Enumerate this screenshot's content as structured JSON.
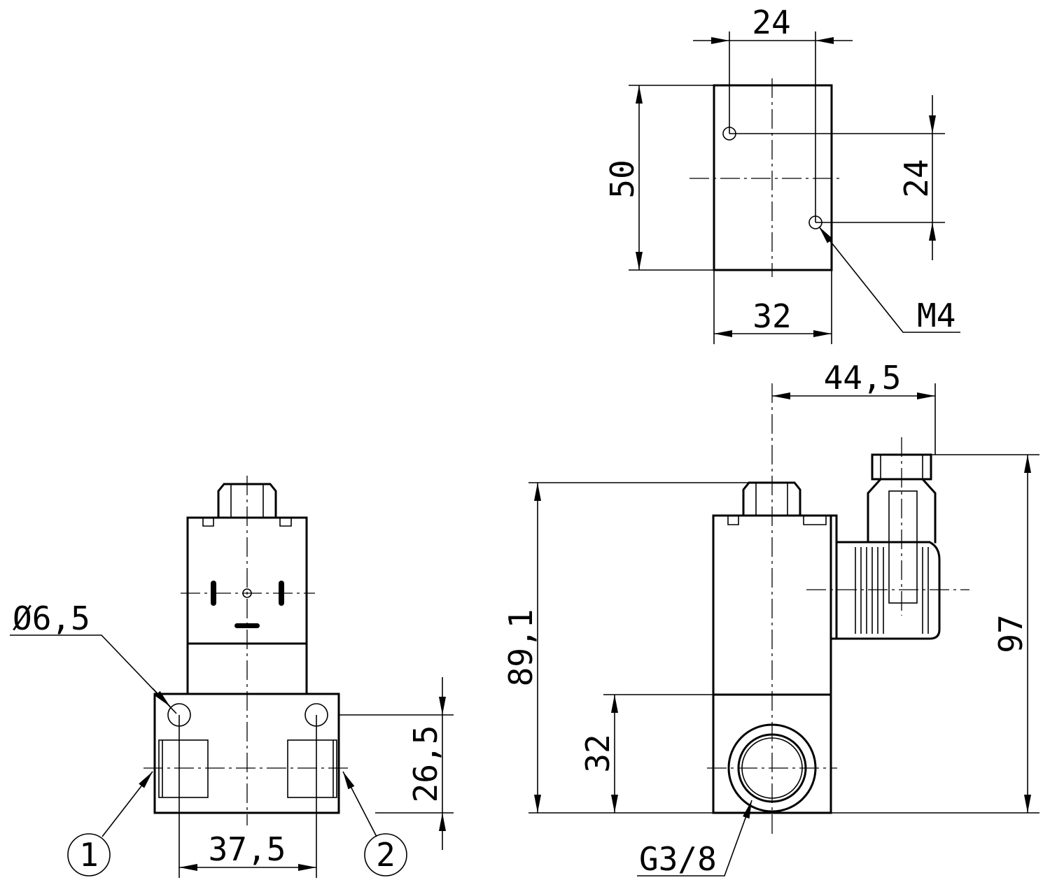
{
  "colors": {
    "line": "#000000",
    "background": "#ffffff"
  },
  "top_view": {
    "dim_width_top": "24",
    "dim_height": "50",
    "dim_hole_spacing": "24",
    "dim_width_bottom": "32",
    "thread_label": "M4"
  },
  "side_view": {
    "dim_offset": "44,5",
    "dim_overall_height": "97",
    "dim_body_height": "89,1",
    "dim_port_height": "32",
    "port_label": "G3/8"
  },
  "front_view": {
    "hole_label": "Ø6,5",
    "dim_base_height": "26,5",
    "dim_hole_spacing": "37,5",
    "port_1_label": "1",
    "port_2_label": "2"
  }
}
